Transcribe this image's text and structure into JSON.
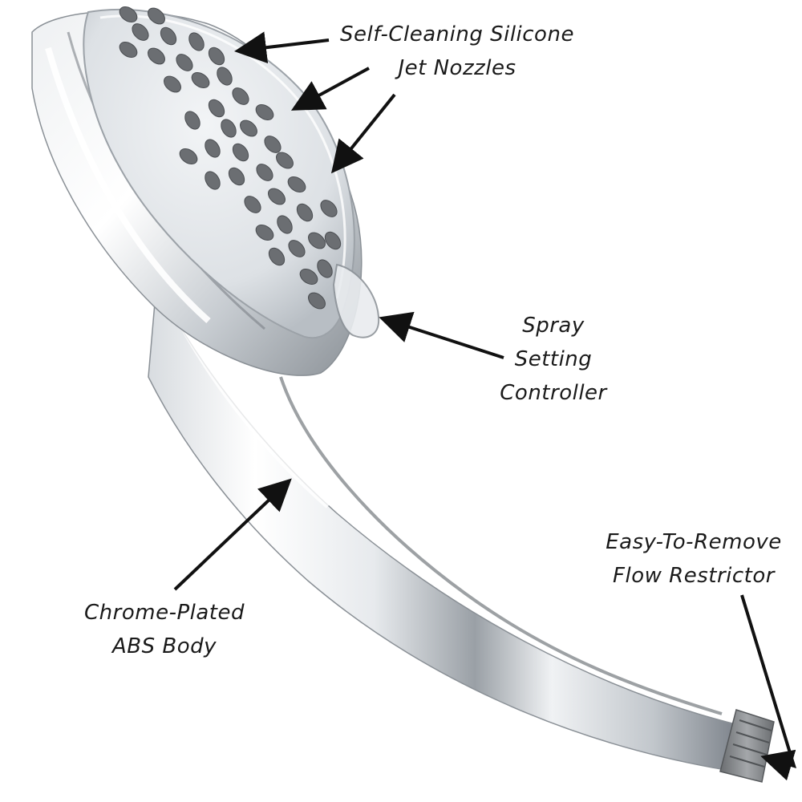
{
  "annotations": {
    "nozzles": {
      "line1": "Self-Cleaning Silicone",
      "line2": "Jet Nozzles"
    },
    "spray_controller": {
      "line1": "Spray",
      "line2": "Setting",
      "line3": "Controller"
    },
    "body": {
      "line1": "Chrome-Plated",
      "line2": "ABS Body"
    },
    "flow_restrictor": {
      "line1": "Easy-To-Remove",
      "line2": "Flow Restrictor"
    }
  },
  "colors": {
    "chrome_light": "#f4f6f8",
    "chrome_mid": "#c9ced4",
    "chrome_dark": "#6f757c",
    "nozzle": "#6b6e72",
    "faceplate": "#dfe2e6",
    "thread": "#8a8d90",
    "arrow": "#111111"
  }
}
